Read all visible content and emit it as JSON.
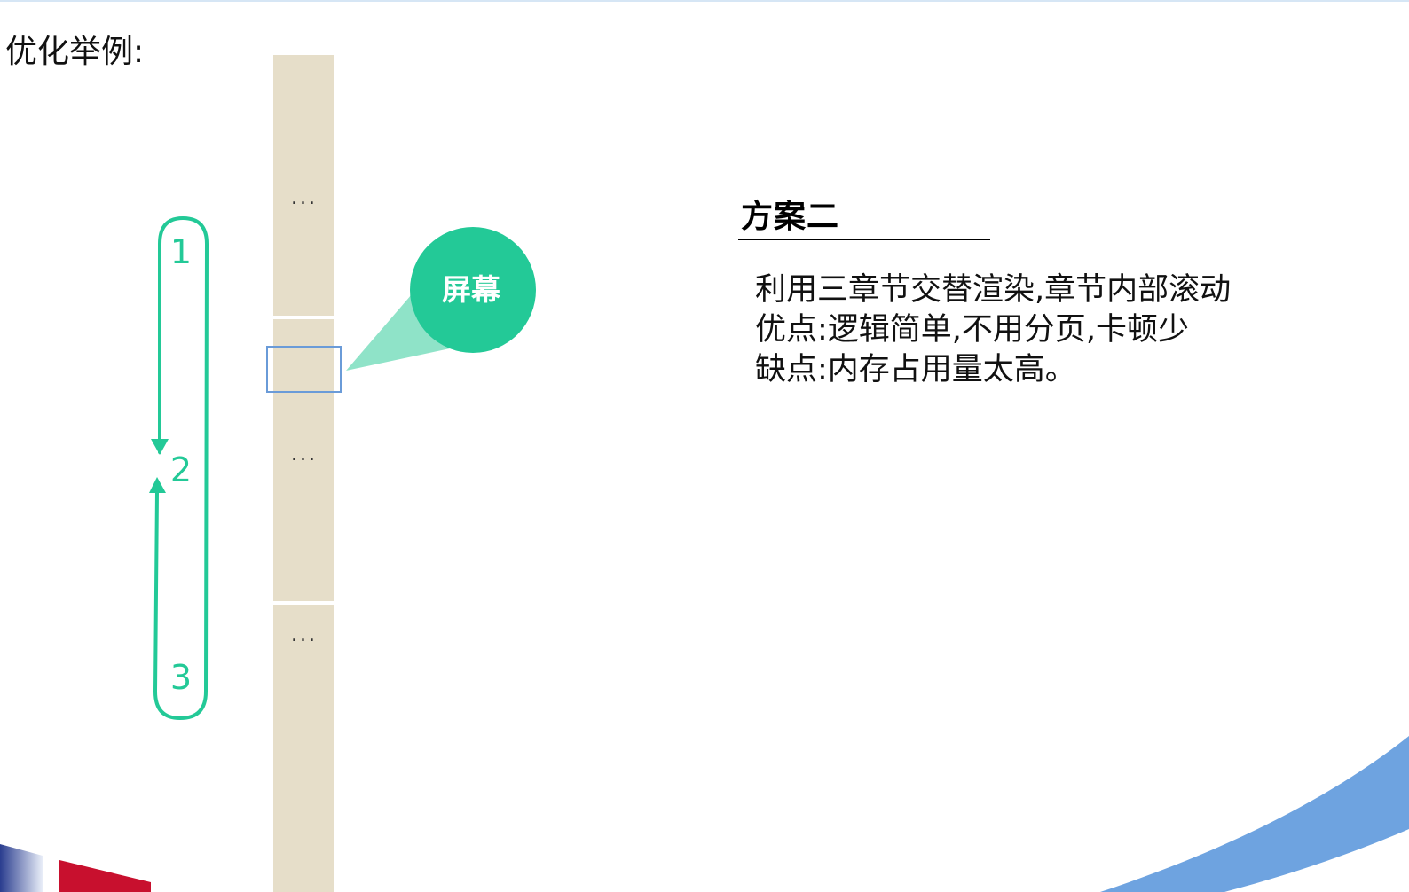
{
  "page": {
    "heading": "优化举例:"
  },
  "diagram": {
    "strip_segments": [
      {
        "ellipsis": "..."
      },
      {
        "ellipsis": "..."
      },
      {
        "ellipsis": "..."
      }
    ],
    "screen_bubble_label": "屏幕",
    "cycle_labels": [
      "1",
      "2",
      "3"
    ],
    "colors": {
      "strip": "#e6dec9",
      "accent": "#23c997",
      "bubble_tail": "#8fe3c8",
      "screen_frame": "#6a9bd8",
      "decor_blue": "#6ea3e0",
      "decor_red": "#c8102e"
    }
  },
  "scheme": {
    "title": "方案二",
    "lines": [
      "利用三章节交替渲染,章节内部滚动",
      "优点:逻辑简单,不用分页,卡顿少",
      "缺点:内存占用量太高。"
    ]
  }
}
